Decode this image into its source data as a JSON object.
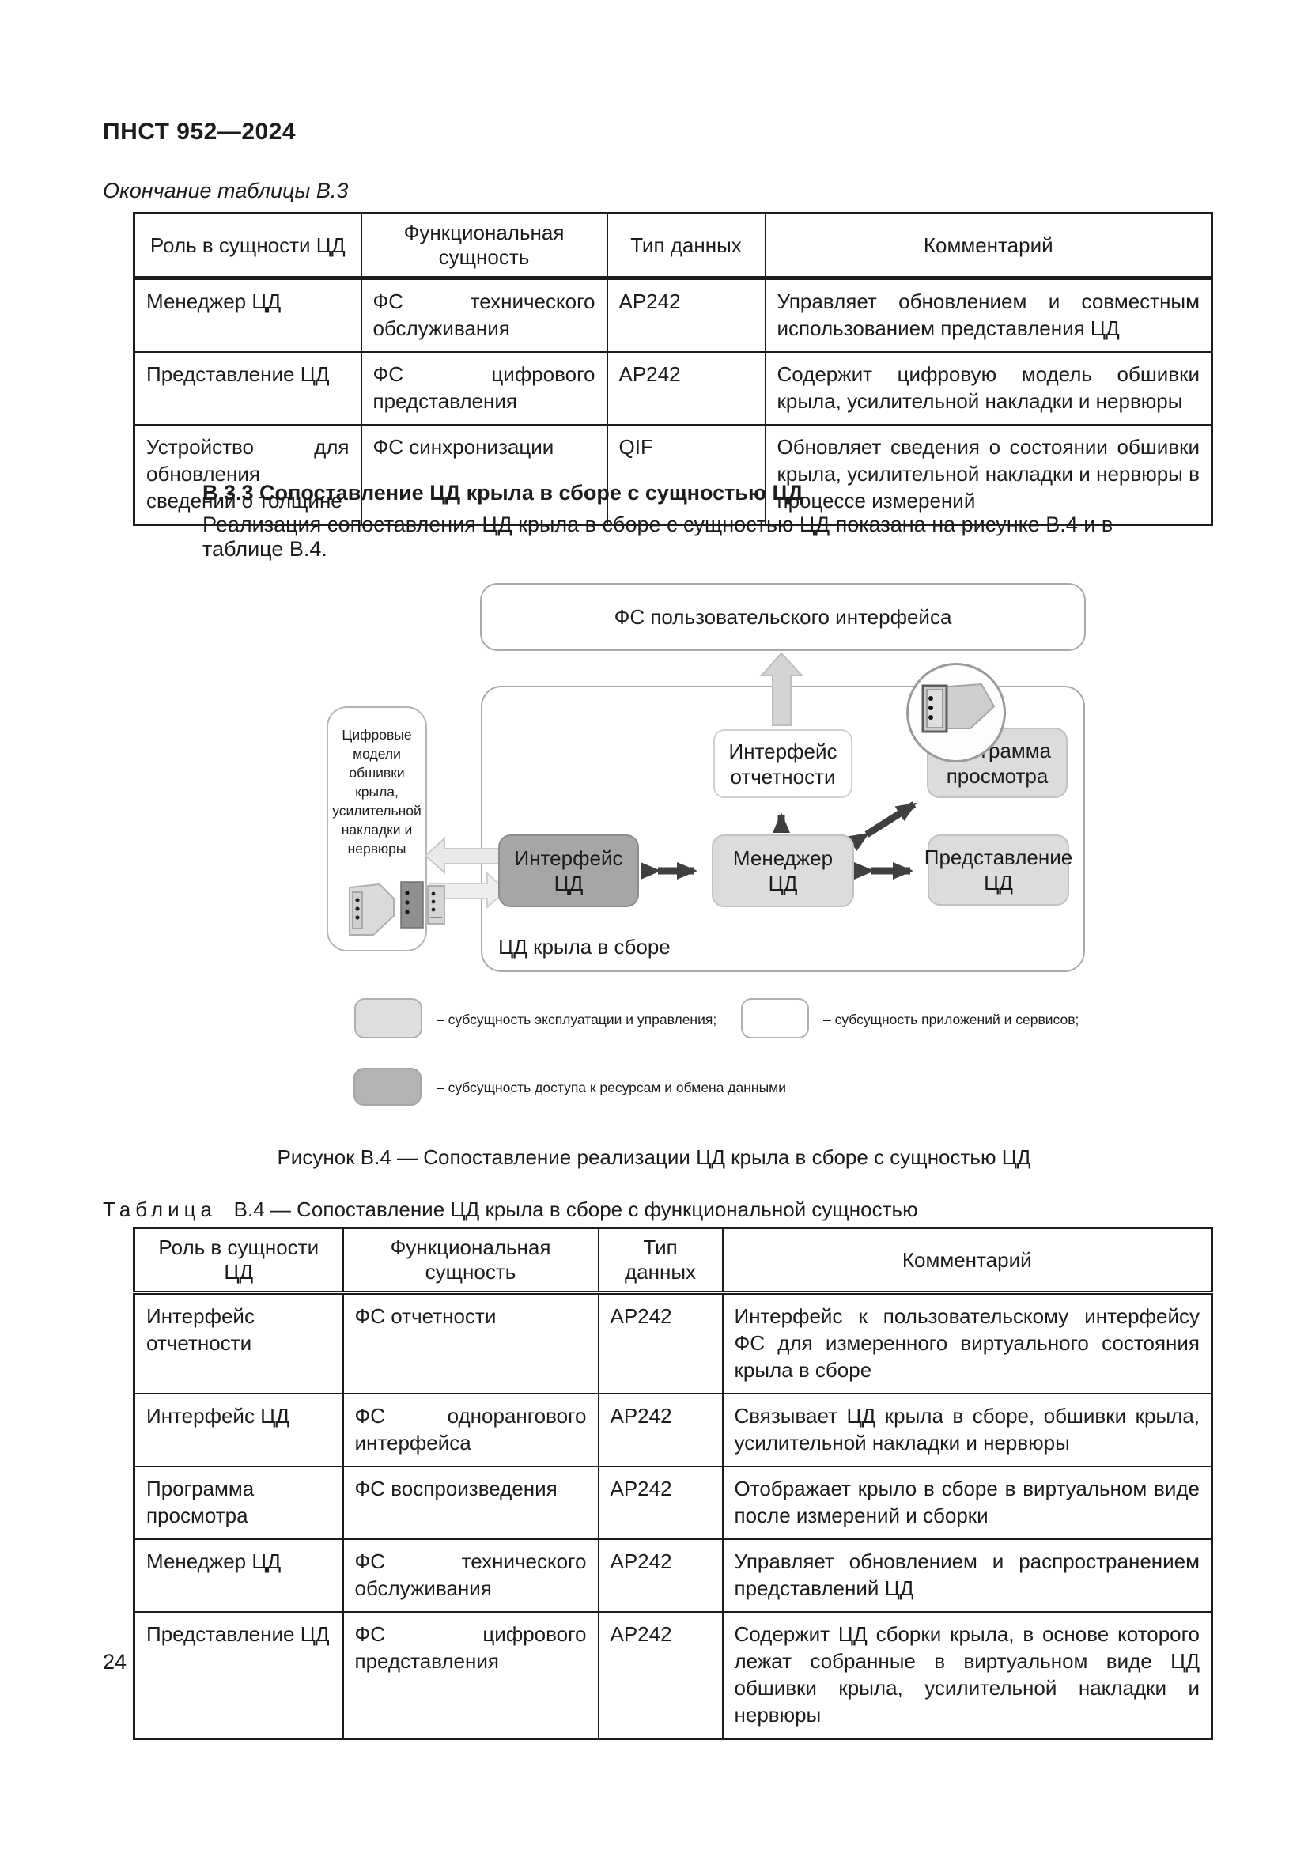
{
  "page": {
    "doc_code": "ПНСТ 952—2024",
    "continuation_note": "Окончание таблицы В.3",
    "page_number": "24"
  },
  "table_b3": {
    "headers": [
      "Роль в сущности ЦД",
      "Функциональная сущность",
      "Тип данных",
      "Комментарий"
    ],
    "rows": [
      {
        "role": "Менеджер ЦД",
        "entity": "ФС технического обслуживания",
        "dtype": "АР242",
        "comment": "Управляет обновлением и совместным использованием представления ЦД"
      },
      {
        "role": "Представление ЦД",
        "entity": "ФС цифрового представления",
        "dtype": "АР242",
        "comment": "Содержит цифровую модель обшивки крыла, усилительной накладки и нервюры"
      },
      {
        "role": "Устройство для обновления сведений о толщине",
        "entity": "ФС синхронизации",
        "dtype": "QIF",
        "comment": "Обновляет сведения о состоянии обшивки крыла, усилительной накладки и нервюры в процессе измерений"
      }
    ]
  },
  "section": {
    "heading": "В.3.3 Сопоставление ЦД крыла в сборе с сущностью ЦД",
    "body": "Реализация сопоставления ЦД крыла в сборе с сущностью ЦД показана на рисунке В.4 и в таблице В.4."
  },
  "figure": {
    "caption": "Рисунок В.4 — Сопоставление реализации ЦД крыла в сборе с сущностью ЦД",
    "nodes": {
      "ui_fs": "ФС пользовательского интерфейса",
      "models": "Цифровые модели обшивки крыла, усилительной накладки и нервюры",
      "report_interface": "Интерфейс отчетности",
      "viewer": "Программа просмотра",
      "dt_interface": "Интерфейс ЦД",
      "manager": "Менеджер ЦД",
      "representation": "Представление ЦД",
      "container_label": "ЦД крыла в сборе"
    },
    "legend": [
      {
        "label": "– субсущность эксплуатации и управления;"
      },
      {
        "label": "– субсущность приложений и сервисов;"
      },
      {
        "label": "– субсущность доступа к ресурсам и обмена данными"
      }
    ],
    "colors": {
      "node_light": "#dcdcdc",
      "node_dark": "#a6a6a6",
      "node_white": "#ffffff",
      "arrow_dark": "#3f3f3f",
      "arrow_hollow": "#e9e9e9",
      "arrow_big": "#d4d4d4"
    }
  },
  "table_b4": {
    "title_word": "Таблица",
    "title_rest": "В.4 — Сопоставление ЦД крыла в сборе с функциональной сущностью",
    "headers": [
      "Роль в сущности ЦД",
      "Функциональная сущность",
      "Тип данных",
      "Комментарий"
    ],
    "rows": [
      {
        "role": "Интерфейс отчетности",
        "entity": "ФС отчетности",
        "dtype": "АР242",
        "comment": "Интерфейс к пользовательскому интерфейсу ФС для измеренного виртуального состояния крыла в сборе"
      },
      {
        "role": "Интерфейс ЦД",
        "entity": "ФС однорангового интерфейса",
        "dtype": "АР242",
        "comment": "Связывает ЦД крыла в сборе, обшивки крыла, усилительной накладки и нервюры"
      },
      {
        "role": "Программа просмотра",
        "entity": "ФС воспроизведения",
        "dtype": "АР242",
        "comment": "Отображает крыло в сборе в виртуальном виде после измерений и сборки"
      },
      {
        "role": "Менеджер ЦД",
        "entity": "ФС технического обслуживания",
        "dtype": "АР242",
        "comment": "Управляет обновлением и распространением представлений ЦД"
      },
      {
        "role": "Представление ЦД",
        "entity": "ФС цифрового представления",
        "dtype": "АР242",
        "comment": "Содержит ЦД сборки крыла, в основе которого лежат собранные в виртуальном виде ЦД обшивки крыла, усилительной накладки и нервюры"
      }
    ]
  }
}
